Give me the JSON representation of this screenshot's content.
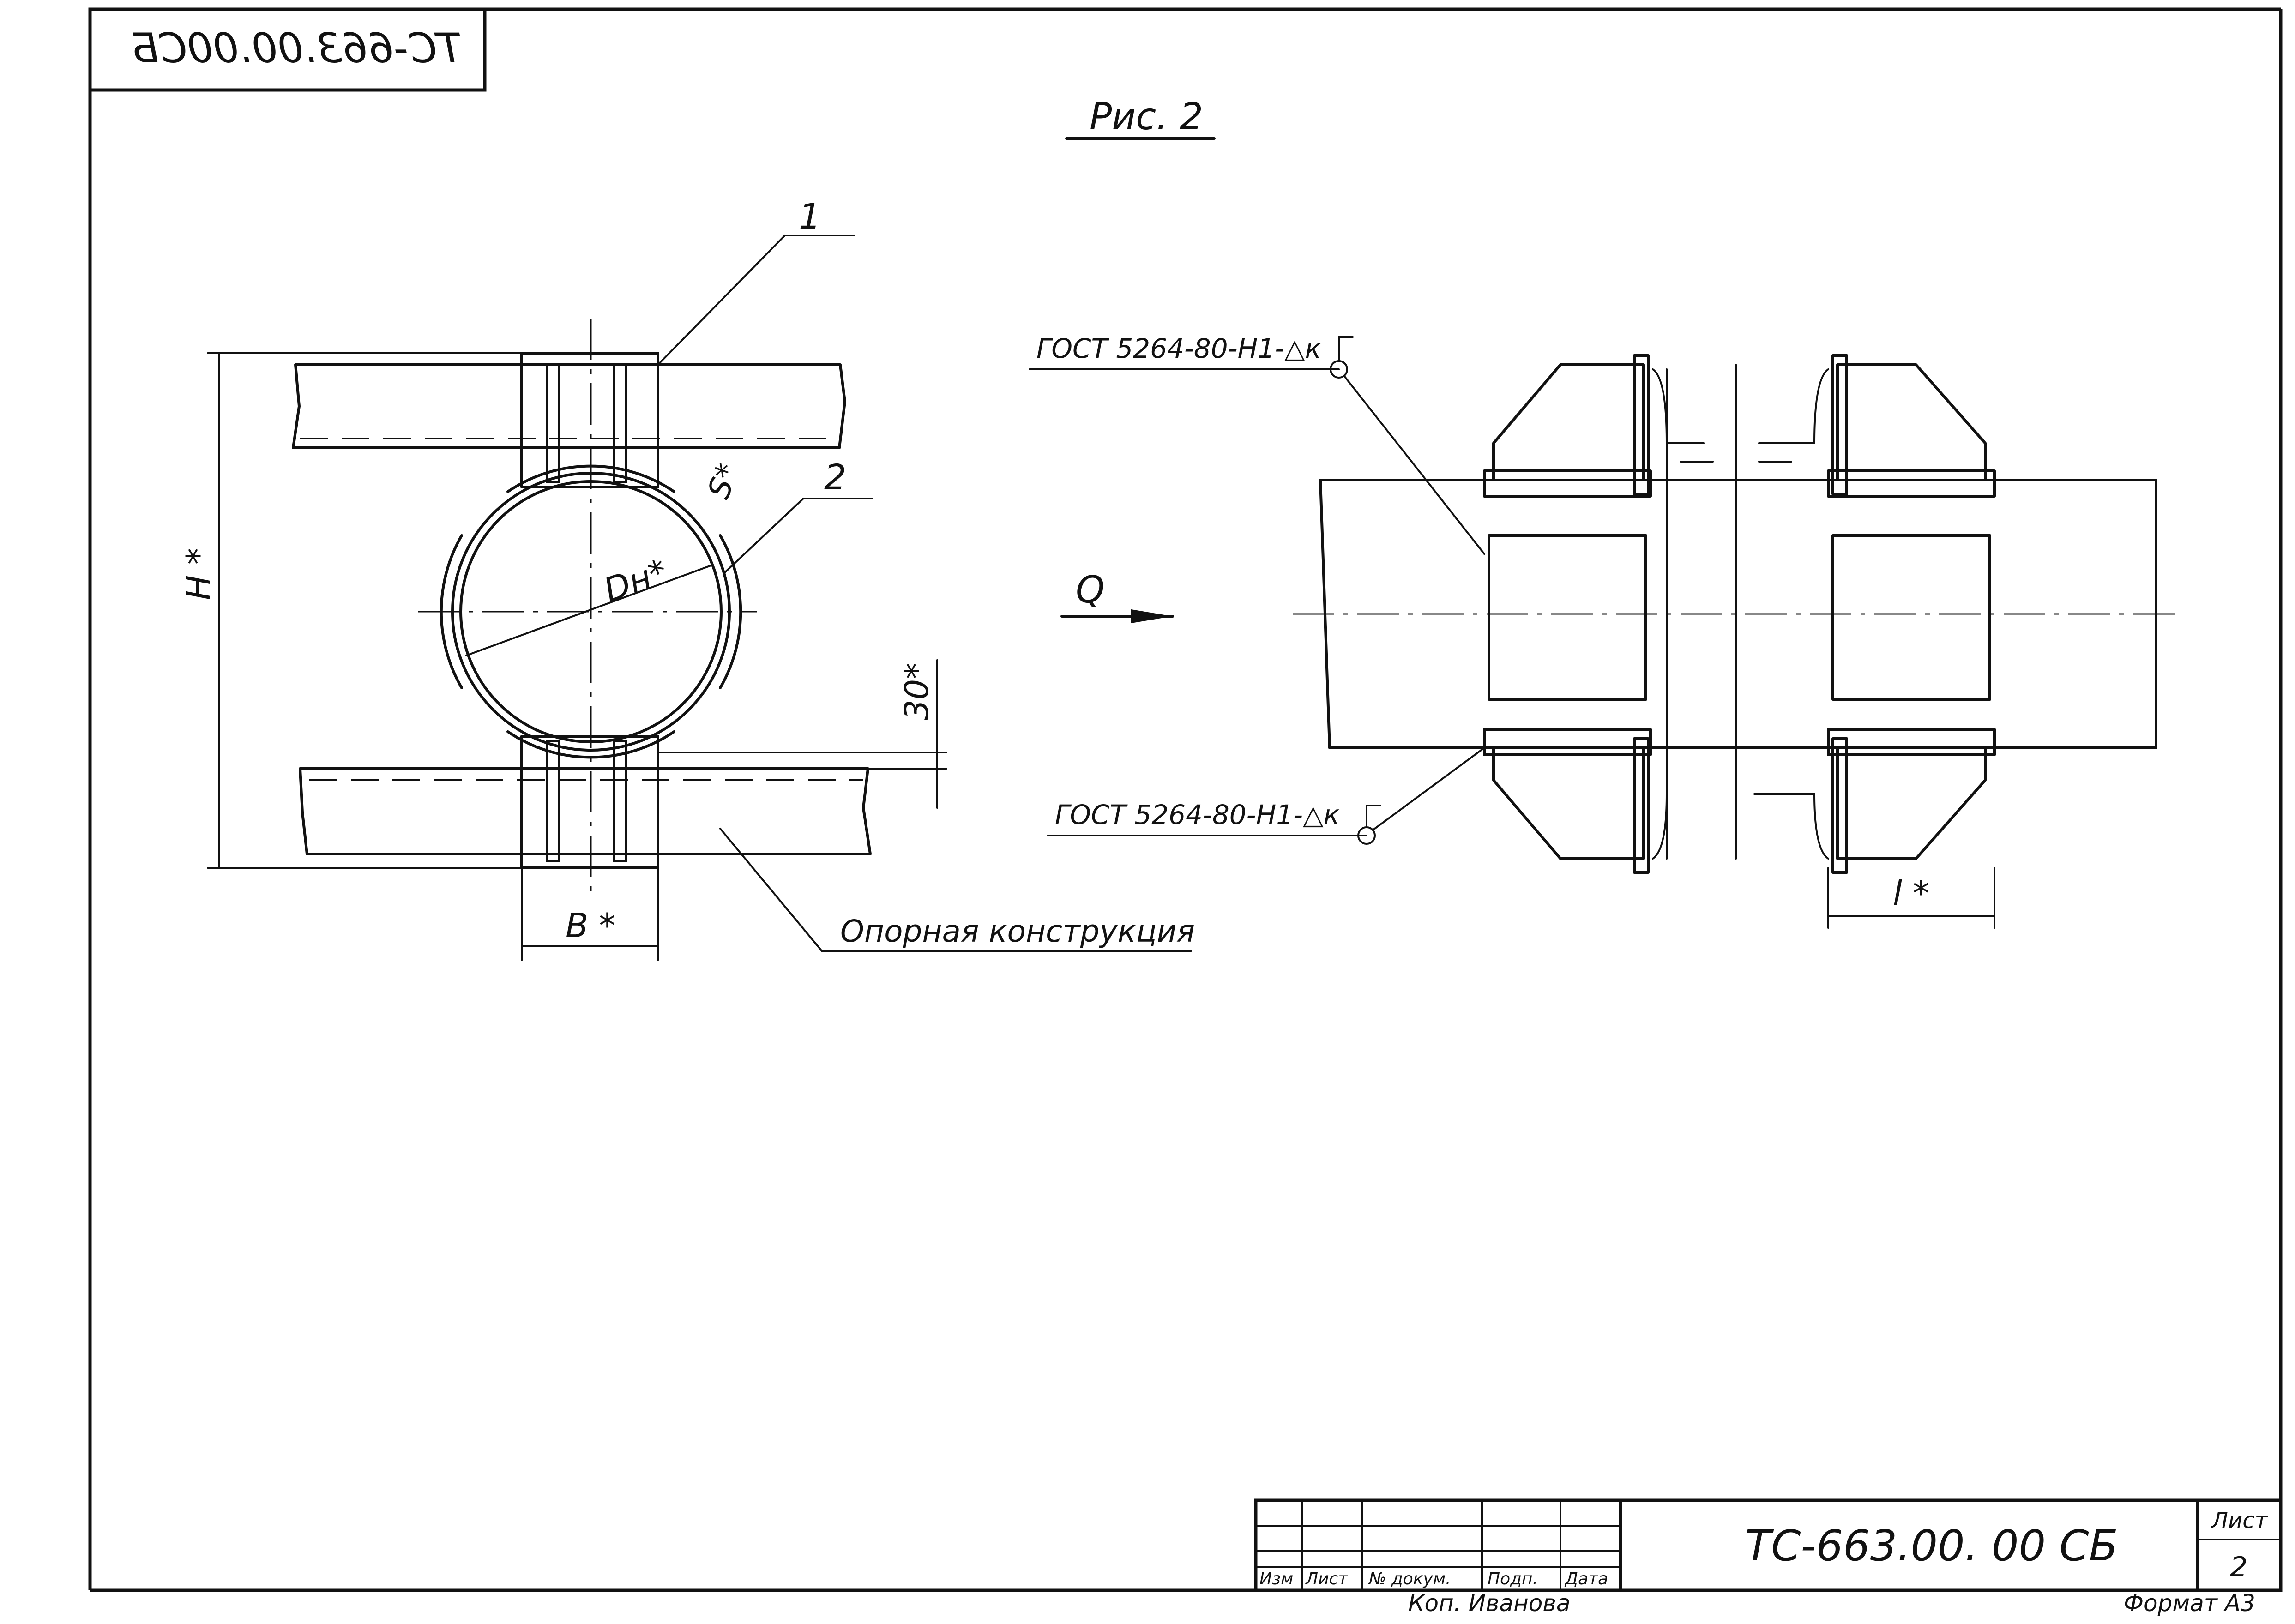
{
  "sheet": {
    "mirrored_code": "ТС-663.00.00СБ",
    "figure_label": "Рис. 2",
    "format_label": "Формат А3",
    "copyist": "Коп. Иванова"
  },
  "left_view": {
    "callout_1": "1",
    "callout_2": "2",
    "dim_height": "H *",
    "dim_width": "B *",
    "dim_thickness": "S*",
    "dim_diameter": "Dн*",
    "dim_offset": "30*",
    "support_label": "Опорная  конструкция"
  },
  "right_view": {
    "weld_top": "ГОСТ 5264-80-Н1-△к",
    "weld_bottom": "ГОСТ 5264-80-Н1-△к",
    "load_label": "Q",
    "dim_length": "l *"
  },
  "title_block": {
    "headers": [
      "Изм",
      "Лист",
      "№ докум.",
      "Подп.",
      "Дата"
    ],
    "document_code": "ТС-663.00. 00 СБ",
    "sheet_label": "Лист",
    "sheet_number": "2"
  }
}
